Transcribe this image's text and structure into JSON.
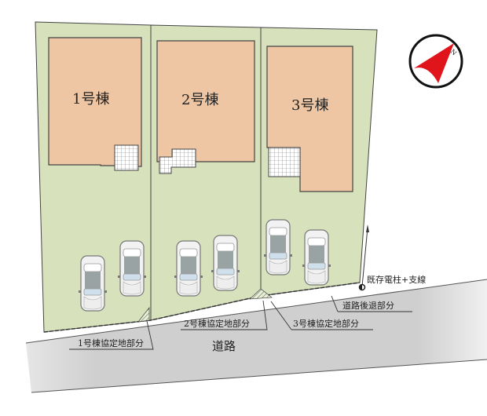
{
  "colors": {
    "lot": "#d7e2bd",
    "building": "#eec6a3",
    "road": "#d2d2d2",
    "compass_needle": "#e0151b",
    "outline": "#444444"
  },
  "buildings": [
    {
      "label": "1号棟"
    },
    {
      "label": "2号棟"
    },
    {
      "label": "3号棟"
    }
  ],
  "annotations": {
    "lot1_agreement": "1号棟協定地部分",
    "lot2_agreement": "2号棟協定地部分",
    "lot3_agreement": "3号棟協定地部分",
    "road_setback": "道路後退部分",
    "utility_pole": "既存電柱+支線",
    "road": "道路"
  },
  "compass": {
    "north_label": "N"
  }
}
